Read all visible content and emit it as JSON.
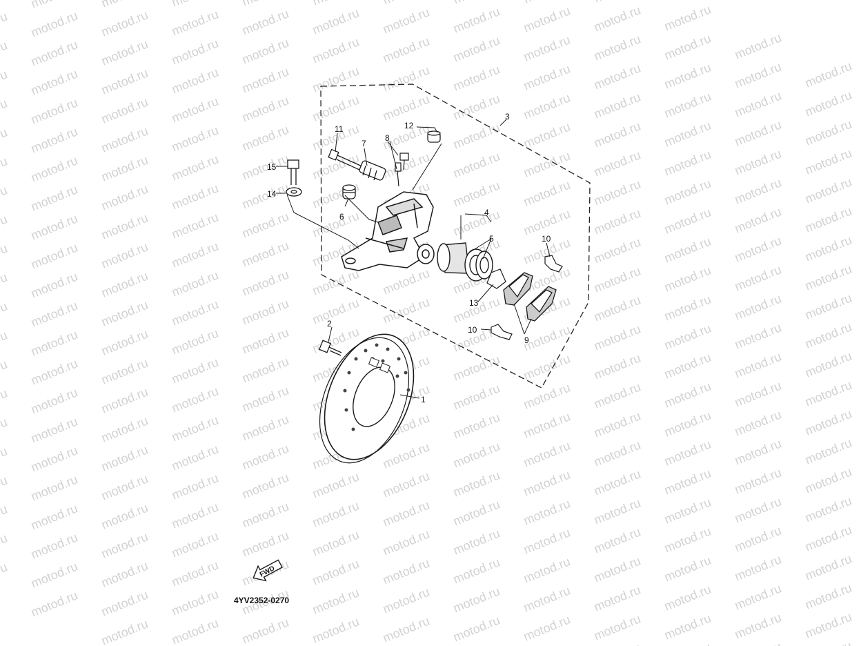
{
  "watermark": {
    "text": "motod.ru"
  },
  "diagram": {
    "part_labels": [
      "1",
      "2",
      "3",
      "4",
      "5",
      "6",
      "7",
      "8",
      "9",
      "10",
      "10",
      "11",
      "12",
      "13",
      "14",
      "15"
    ],
    "fwd_label": "FWD",
    "code": "4YV2352-0270"
  },
  "colors": {
    "ink": "#1a1a1a",
    "watermark": "#d2d2d2",
    "background": "#ffffff"
  }
}
